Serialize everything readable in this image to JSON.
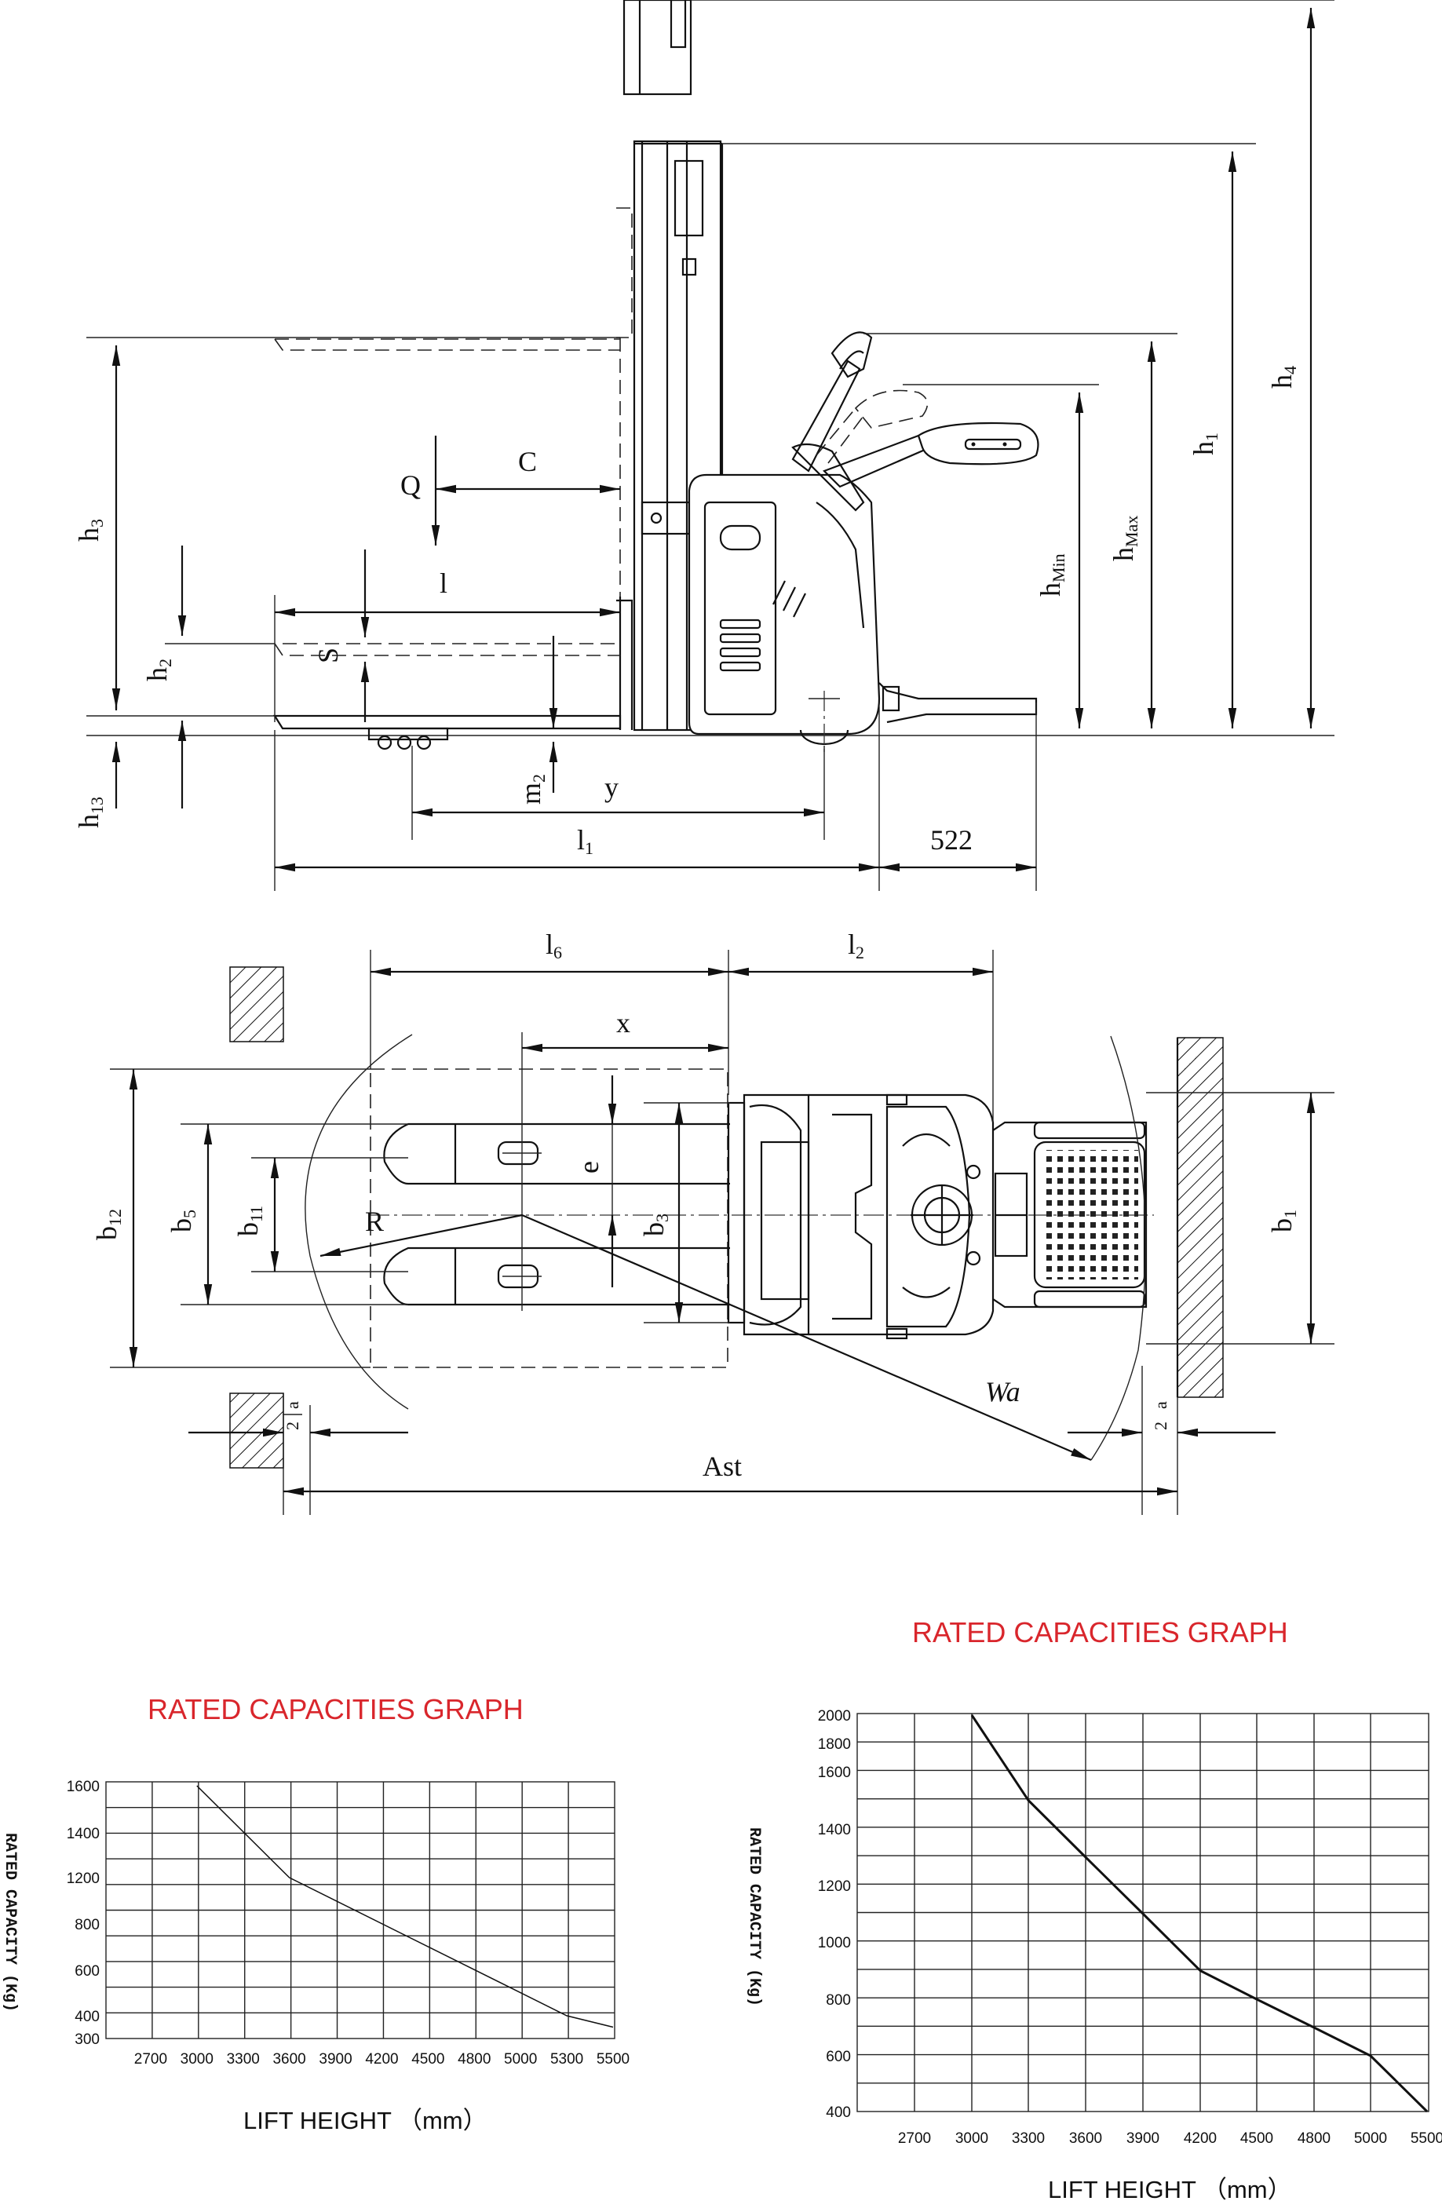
{
  "side_view": {
    "dimensions": {
      "h3": "h",
      "h3_sub": "3",
      "h2": "h",
      "h2_sub": "2",
      "h13": "h",
      "h13_sub": "13",
      "Q": "Q",
      "C": "C",
      "l": "l",
      "S": "S",
      "m2": "m",
      "m2_sub": "2",
      "y": "y",
      "l1": "l",
      "l1_sub": "1",
      "d522": "522",
      "hmin": "h",
      "hmin_sub": "Min",
      "hmax": "h",
      "hmax_sub": "Max",
      "h1": "h",
      "h1_sub": "1",
      "h4": "h",
      "h4_sub": "4"
    }
  },
  "top_view": {
    "dimensions": {
      "l6": "l",
      "l6_sub": "6",
      "l2": "l",
      "l2_sub": "2",
      "x": "x",
      "e": "e",
      "R": "R",
      "b12": "b",
      "b12_sub": "12",
      "b5": "b",
      "b5_sub": "5",
      "b11": "b",
      "b11_sub": "11",
      "b3": "b",
      "b3_sub": "3",
      "b1": "b",
      "b1_sub": "1",
      "Wa": "Wa",
      "a2_num": "a",
      "a2_den": "2",
      "Ast": "Ast"
    }
  },
  "chart_data": [
    {
      "type": "line",
      "title": "RATED CAPACITIES GRAPH",
      "xlabel": "LIFT HEIGHT （mm）",
      "ylabel": "RATED CAPACITY (Kg)",
      "x_ticks": [
        "2700",
        "3000",
        "3300",
        "3600",
        "3900",
        "4200",
        "4500",
        "4800",
        "5000",
        "5300",
        "5500"
      ],
      "y_ticks": [
        "1600",
        "1400",
        "1200",
        "800",
        "600",
        "400",
        "300"
      ],
      "x": [
        3000,
        3600,
        5300,
        5500
      ],
      "y": [
        1600,
        1200,
        400,
        350
      ]
    },
    {
      "type": "line",
      "title": "RATED CAPACITIES GRAPH",
      "xlabel": "LIFT HEIGHT （mm）",
      "ylabel": "RATED CAPACITY (Kg)",
      "x_ticks": [
        "2700",
        "3000",
        "3300",
        "3600",
        "3900",
        "4200",
        "4500",
        "4800",
        "5000",
        "5500"
      ],
      "y_ticks": [
        "2000",
        "1800",
        "1600",
        "1400",
        "1200",
        "1000",
        "800",
        "600",
        "400"
      ],
      "x": [
        3000,
        3300,
        3600,
        3900,
        4200,
        4500,
        4800,
        5000,
        5500
      ],
      "y": [
        2000,
        1500,
        1300,
        1100,
        900,
        800,
        700,
        600,
        400
      ]
    }
  ]
}
